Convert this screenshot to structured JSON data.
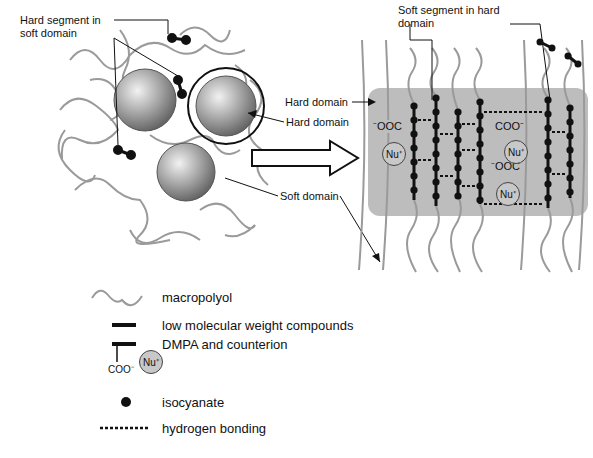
{
  "diagram": {
    "nodes": [
      {
        "text": [
          "⁻OOC",
          "COO⁻",
          "⁻OOC"
        ]
      },
      {
        "text": [
          "Nu⁺"
        ],
        "in": 0
      },
      {
        "text": [
          "Nu⁺"
        ],
        "in": 0
      },
      {
        "text": [
          "Nu⁺"
        ],
        "in": 0
      },
      {
        "text": [
          "Nu⁺"
        ]
      }
    ],
    "labels": [
      "Hard segment in soft domain",
      "Hard domain",
      "Soft segment in hard domain",
      "Hard domain",
      "Soft domain",
      "COO⁻"
    ],
    "legend": [
      {
        "text": "macropolyol"
      },
      {
        "text": "low molecular weight compounds"
      },
      {
        "text": "DMPA and counterion"
      },
      {
        "text": "isocyanate"
      },
      {
        "text": "hydrogen bonding"
      }
    ]
  }
}
